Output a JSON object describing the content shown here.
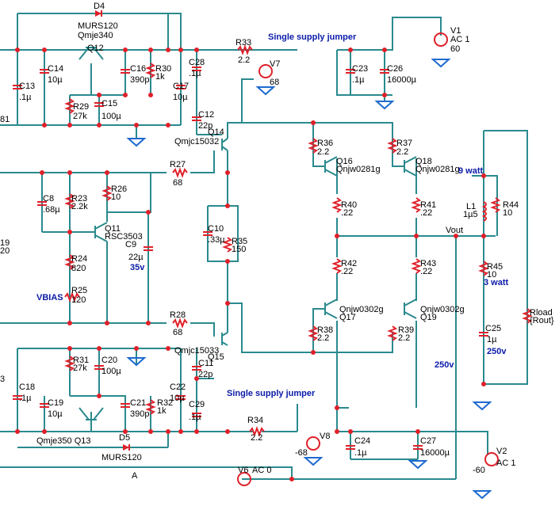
{
  "labels": {
    "D4": "D4",
    "D4_part": "MURS120",
    "Q12_part": "Qmje340",
    "Q12": "Q12",
    "R33": "R33",
    "R33_v": "2.2",
    "jumper_top": "Single supply jumper",
    "V1": "V1",
    "V1_ac": "AC 1",
    "V1_v": "60",
    "C14": "C14",
    "C14_v": "10µ",
    "C16": "C16",
    "C16_v": "390p",
    "R30": "R30",
    "R30_v": "1k",
    "C28": "C28",
    "C28_v": ".1µ",
    "V7": "V7",
    "V7_v": "68",
    "C23": "C23",
    "C23_v": ".1µ",
    "C26": "C26",
    "C26_v": "16000µ",
    "C13": "C13",
    "C13_v": ".1µ",
    "C17": "C17",
    "C17_v": "10µ",
    "R29": "R29",
    "R29_v": "27k",
    "C15": "C15",
    "C15_v": "100µ",
    "edge81": "81",
    "C12": "C12",
    "C12_v": "22p",
    "Q14": "Q14",
    "Q14_part": "Qmjc15032",
    "R36": "R36",
    "R36_v": "2.2",
    "R37": "R37",
    "R37_v": "2.2",
    "Q16": "Q16",
    "Q16_part": "Qnjw0281g",
    "Q18": "Q18",
    "Q18_part": "Qnjw0281g",
    "watt9": "9 watt",
    "R27": "R27",
    "R27_v": "68",
    "C8": "C8",
    "C8_v": ".68µ",
    "R23": "R23",
    "R23_v": "2.2k",
    "R26": "R26",
    "R26_v": "10",
    "R40": "R40",
    "R40_v": ".22",
    "R41": "R41",
    "R41_v": ".22",
    "L1": "L1",
    "L1_v": "1µ5",
    "R44": "R44",
    "R44_v": "10",
    "C10": "C10",
    "C10_v": ".33µ",
    "R35": "R35",
    "R35_v": "150",
    "Q11": "Q11",
    "Q11_part": "RSC3503",
    "C9": "C9",
    "C9_v": "22µ",
    "C9_rating": "35v",
    "vout": "Vout",
    "edge19": "19",
    "edge20": "20",
    "R24": "R24",
    "R24_v": "820",
    "R42": "R42",
    "R42_v": ".22",
    "R43": "R43",
    "R43_v": ".22",
    "R45": "R45",
    "R45_v": "10",
    "watt3": "3 watt",
    "vbias": "VBIAS",
    "R25": "R25",
    "R25_v": "120",
    "R28": "R28",
    "R28_v": "68",
    "Q17_part": "Qnjw0302g",
    "Q17": "Q17",
    "Q19_part": "Qnjw0302g",
    "Q19": "Q19",
    "Rload": "Rload",
    "Rload_v": "{Rout}",
    "R38": "R38",
    "R38_v": "2.2",
    "R39": "R39",
    "R39_v": "2.2",
    "C25": "C25",
    "C25_v": "1µ",
    "C25_rating": "250v",
    "R31": "R31",
    "R31_v": "27k",
    "C20": "C20",
    "C20_v": "100µ",
    "Q15_part": "Qmjc15033",
    "Q15": "Q15",
    "C11": "C11",
    "C11_v": "22p",
    "v250": "250v",
    "edge3": "3",
    "C18": "C18",
    "C18_v": ".1µ",
    "C22": "C22",
    "C22_v": "10µ",
    "C19": "C19",
    "C19_v": "10µ",
    "C21": "C21",
    "C21_v": "390p",
    "R32": "R32",
    "R32_v": "1k",
    "C29": "C29",
    "C29_v": ".1µ",
    "jumper_bottom": "Single supply jumper",
    "Q13_label": "Qmje350 Q13",
    "R34": "R34",
    "R34_v": "2.2",
    "V8": "V8",
    "V8_v": "-68",
    "C24": "C24",
    "C24_v": ".1µ",
    "C27": "C27",
    "C27_v": "16000µ",
    "V2": "V2",
    "V2_ac": "AC 1",
    "V2_v": "-60",
    "D5": "D5",
    "D5_part": "MURS120",
    "V6": "V6",
    "V6_ac": "AC 0",
    "nodeA": "A"
  }
}
